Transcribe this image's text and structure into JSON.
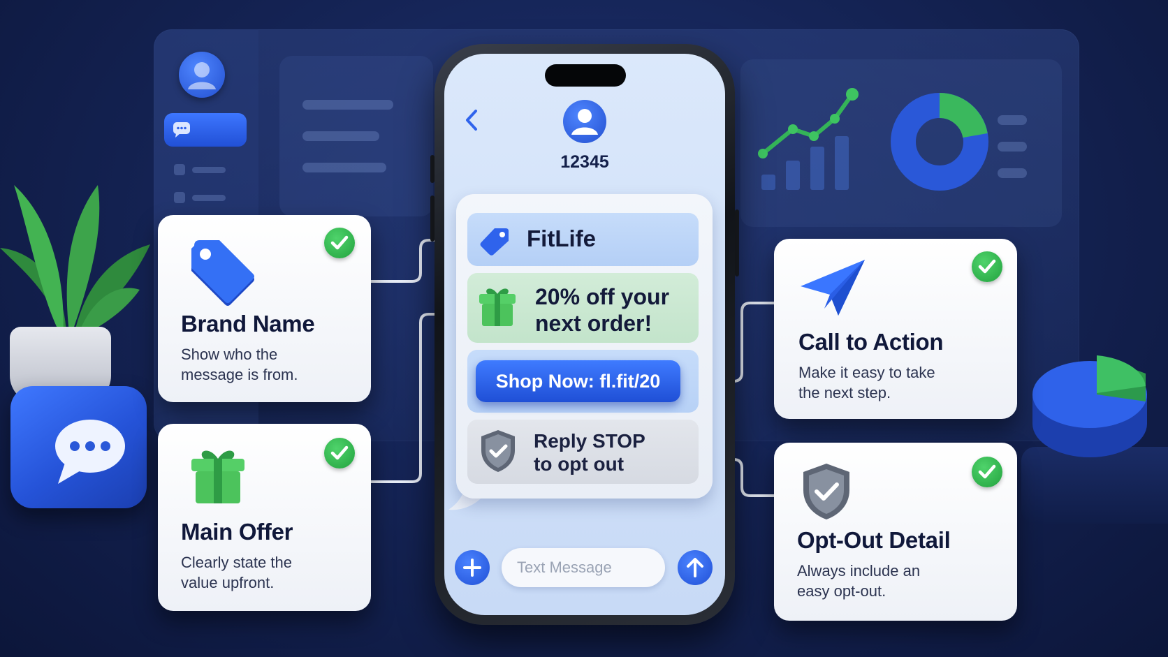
{
  "phone": {
    "contact_number": "12345",
    "message": {
      "brand": "FitLife",
      "offer_line1": "20% off your",
      "offer_line2": "next order!",
      "cta_button": "Shop Now: fl.fit/20",
      "optout_line1": "Reply STOP",
      "optout_line2": "to opt out"
    },
    "input_placeholder": "Text Message"
  },
  "cards": {
    "brand": {
      "title": "Brand Name",
      "desc_line1": "Show who the",
      "desc_line2": "message is from."
    },
    "offer": {
      "title": "Main Offer",
      "desc_line1": "Clearly state the",
      "desc_line2": "value upfront."
    },
    "cta": {
      "title": "Call to Action",
      "desc_line1": "Make it easy to take",
      "desc_line2": "the next step."
    },
    "optout": {
      "title": "Opt-Out Detail",
      "desc_line1": "Always include an",
      "desc_line2": "easy opt-out."
    }
  },
  "icons": [
    "tag-icon",
    "gift-icon",
    "paper-plane-icon",
    "shield-check-icon",
    "check-icon",
    "person-icon",
    "chat-bubble-icon",
    "plus-icon",
    "arrow-up-icon",
    "chevron-left-icon"
  ],
  "colors": {
    "background": "#152456",
    "accent_blue": "#2f63ec",
    "check_green": "#2fb34b",
    "gift_green": "#4cc35c",
    "card_white": "#ffffff"
  }
}
